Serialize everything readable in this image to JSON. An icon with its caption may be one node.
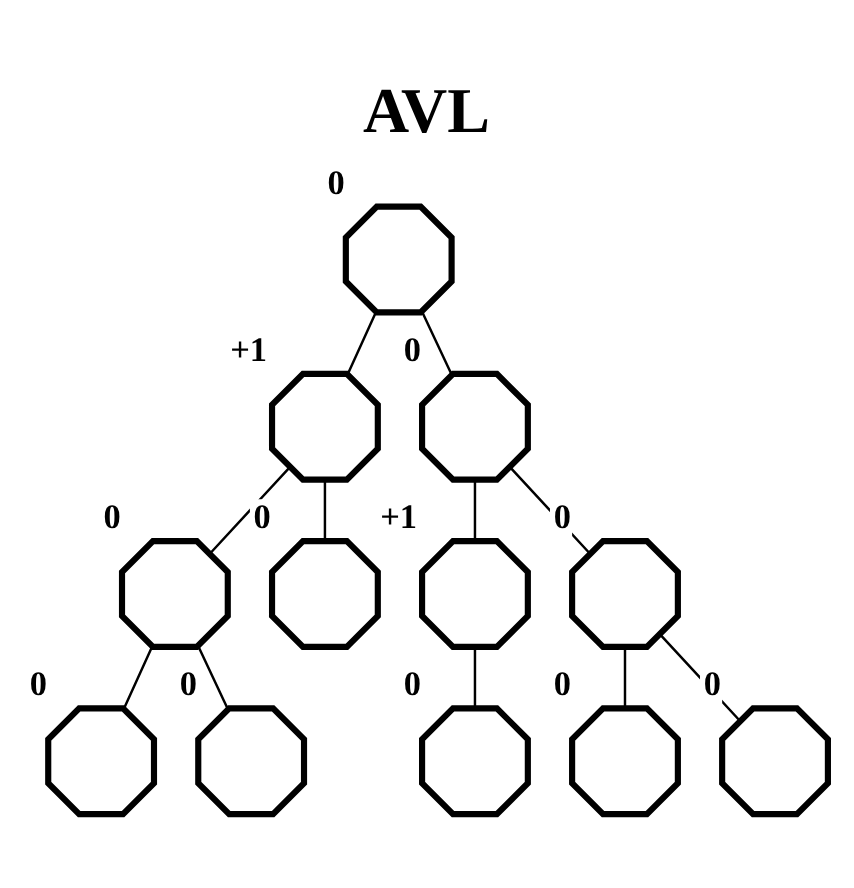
{
  "diagram": {
    "title": "AVL",
    "nodes": [
      {
        "text": [],
        "shape": "octagon",
        "beside": [
          "0"
        ]
      },
      {
        "text": [],
        "shape": "octagon",
        "beside": [
          "+1"
        ]
      },
      {
        "text": [],
        "shape": "octagon",
        "beside": [
          "0"
        ]
      },
      {
        "text": [],
        "shape": "octagon",
        "beside": [
          "0"
        ]
      },
      {
        "text": [],
        "shape": "octagon",
        "beside": [
          "0"
        ]
      },
      {
        "text": [],
        "shape": "octagon",
        "beside": [
          "+1"
        ]
      },
      {
        "text": [],
        "shape": "octagon",
        "beside": [
          "0"
        ]
      },
      {
        "text": [],
        "shape": "octagon",
        "beside": [
          "0"
        ]
      },
      {
        "text": [],
        "shape": "octagon",
        "beside": [
          "0"
        ]
      },
      {
        "text": [],
        "shape": "octagon",
        "beside": [
          "0"
        ]
      },
      {
        "text": [],
        "shape": "octagon",
        "beside": [
          "0"
        ]
      },
      {
        "text": [],
        "shape": "octagon",
        "beside": [
          "0"
        ]
      }
    ],
    "edges": [
      {
        "from": 0,
        "to": 1,
        "arrow": "none"
      },
      {
        "from": 0,
        "to": 2,
        "arrow": "none"
      },
      {
        "from": 1,
        "to": 3,
        "arrow": "none"
      },
      {
        "from": 1,
        "to": 4,
        "arrow": "none"
      },
      {
        "from": 3,
        "to": 7,
        "arrow": "none"
      },
      {
        "from": 3,
        "to": 8,
        "arrow": "none"
      },
      {
        "from": 2,
        "to": 5,
        "arrow": "none"
      },
      {
        "from": 2,
        "to": 6,
        "arrow": "none"
      },
      {
        "from": 5,
        "to": 9,
        "arrow": "none"
      },
      {
        "from": 6,
        "to": 10,
        "arrow": "none"
      },
      {
        "from": 6,
        "to": 11,
        "arrow": "none"
      }
    ]
  }
}
